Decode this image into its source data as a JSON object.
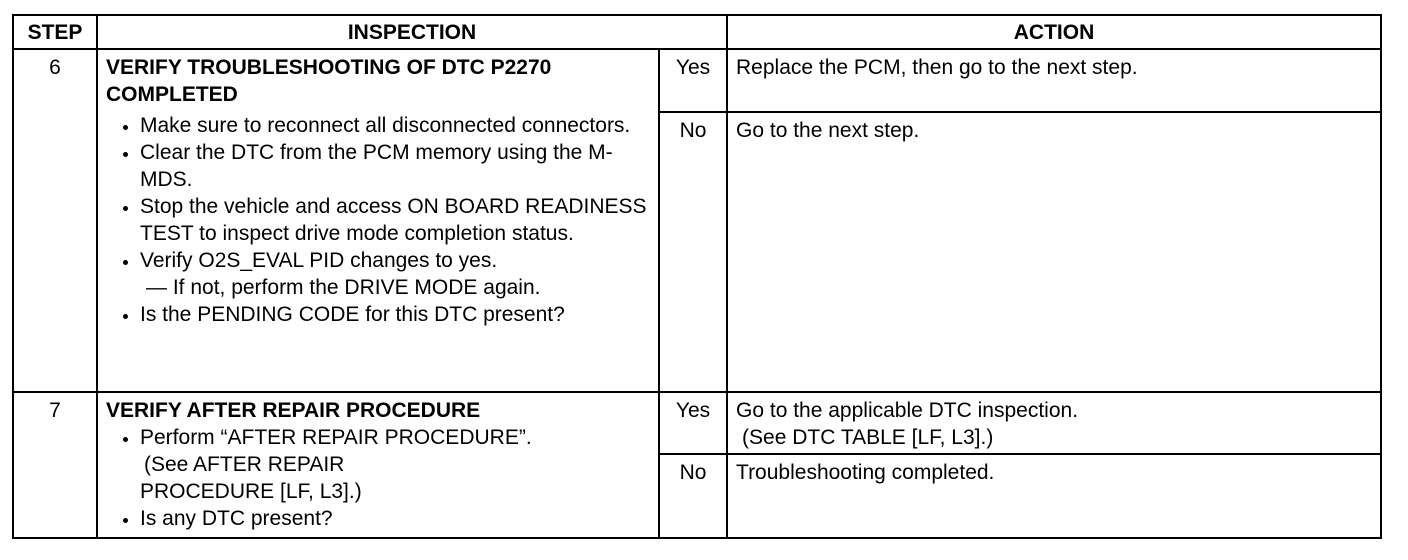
{
  "headers": {
    "step": "STEP",
    "inspection": "INSPECTION",
    "action": "ACTION"
  },
  "rows": [
    {
      "step": "6",
      "title_line1": "VERIFY TROUBLESHOOTING OF DTC P2270",
      "title_line2": "COMPLETED",
      "bullets": [
        "Make sure to reconnect all disconnected connectors.",
        "Clear the DTC from the PCM memory using the M-MDS.",
        "Stop the vehicle and access ON BOARD READINESS TEST to inspect drive mode completion status.",
        "Verify O2S_EVAL PID changes to yes.",
        "Is the PENDING CODE for this DTC present?"
      ],
      "sub_note": "— If not, perform the DRIVE MODE again.",
      "yes_label": "Yes",
      "yes_action": "Replace the PCM, then go to the next step.",
      "no_label": "No",
      "no_action": "Go to the next step."
    },
    {
      "step": "7",
      "title_line1": "VERIFY AFTER REPAIR PROCEDURE",
      "bullets": [
        "Perform “AFTER REPAIR PROCEDURE”.",
        "Is any DTC present?"
      ],
      "ref_line1": "(See  AFTER REPAIR",
      "ref_line2": "PROCEDURE [LF, L3].)",
      "yes_label": "Yes",
      "yes_action_line1": "Go to the applicable DTC inspection.",
      "yes_action_line2": "(See DTC TABLE [LF, L3].)",
      "no_label": "No",
      "no_action": "Troubleshooting completed."
    }
  ]
}
